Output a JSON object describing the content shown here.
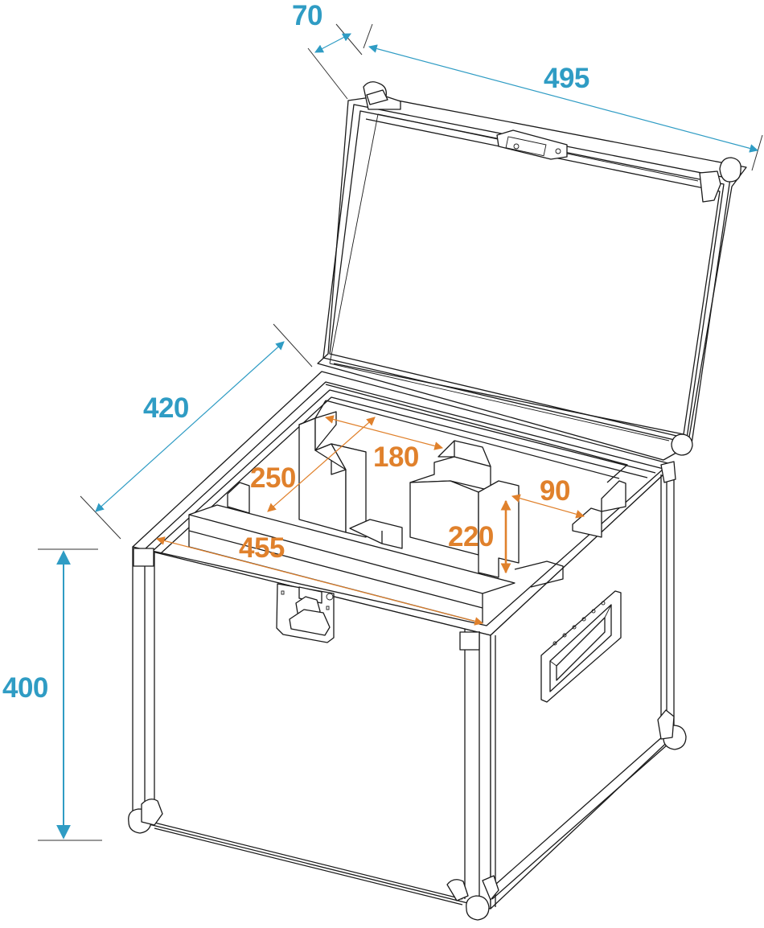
{
  "diagram": {
    "subject": "Flight case with open lid and foam insert compartments",
    "units": "mm",
    "colors": {
      "outer_dimensions": "#2f9cc4",
      "inner_dimensions": "#e0812c",
      "line_art": "#1a1a1a",
      "background": "#ffffff"
    },
    "outer_dimensions": [
      {
        "id": "lid_depth",
        "label": "70",
        "description": "Lid height"
      },
      {
        "id": "width",
        "label": "495",
        "description": "Outer width"
      },
      {
        "id": "depth",
        "label": "420",
        "description": "Outer depth"
      },
      {
        "id": "height",
        "label": "400",
        "description": "Outer height"
      }
    ],
    "inner_dimensions": [
      {
        "id": "inner_width",
        "label": "455",
        "description": "Inner width"
      },
      {
        "id": "compartment_depth",
        "label": "250",
        "description": "Compartment depth"
      },
      {
        "id": "compartment_width",
        "label": "180",
        "description": "Compartment width"
      },
      {
        "id": "small_compartment_width",
        "label": "90",
        "description": "Small compartment width"
      },
      {
        "id": "compartment_height",
        "label": "220",
        "description": "Compartment height"
      }
    ],
    "components": [
      {
        "id": "lid",
        "name": "Lid"
      },
      {
        "id": "latch",
        "name": "Butterfly latch"
      },
      {
        "id": "handle",
        "name": "Recessed side handle"
      },
      {
        "id": "corners",
        "name": "Ball corners"
      },
      {
        "id": "foam_insert",
        "name": "Foam compartment insert"
      }
    ]
  }
}
